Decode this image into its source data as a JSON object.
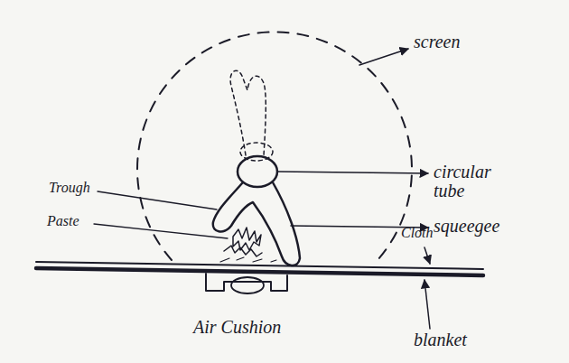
{
  "diagram": {
    "labels": [
      "screen",
      "circular tube",
      "Trough",
      "Paste",
      "squeegee",
      "Cloth",
      "blanket",
      "Air Cushion"
    ]
  }
}
